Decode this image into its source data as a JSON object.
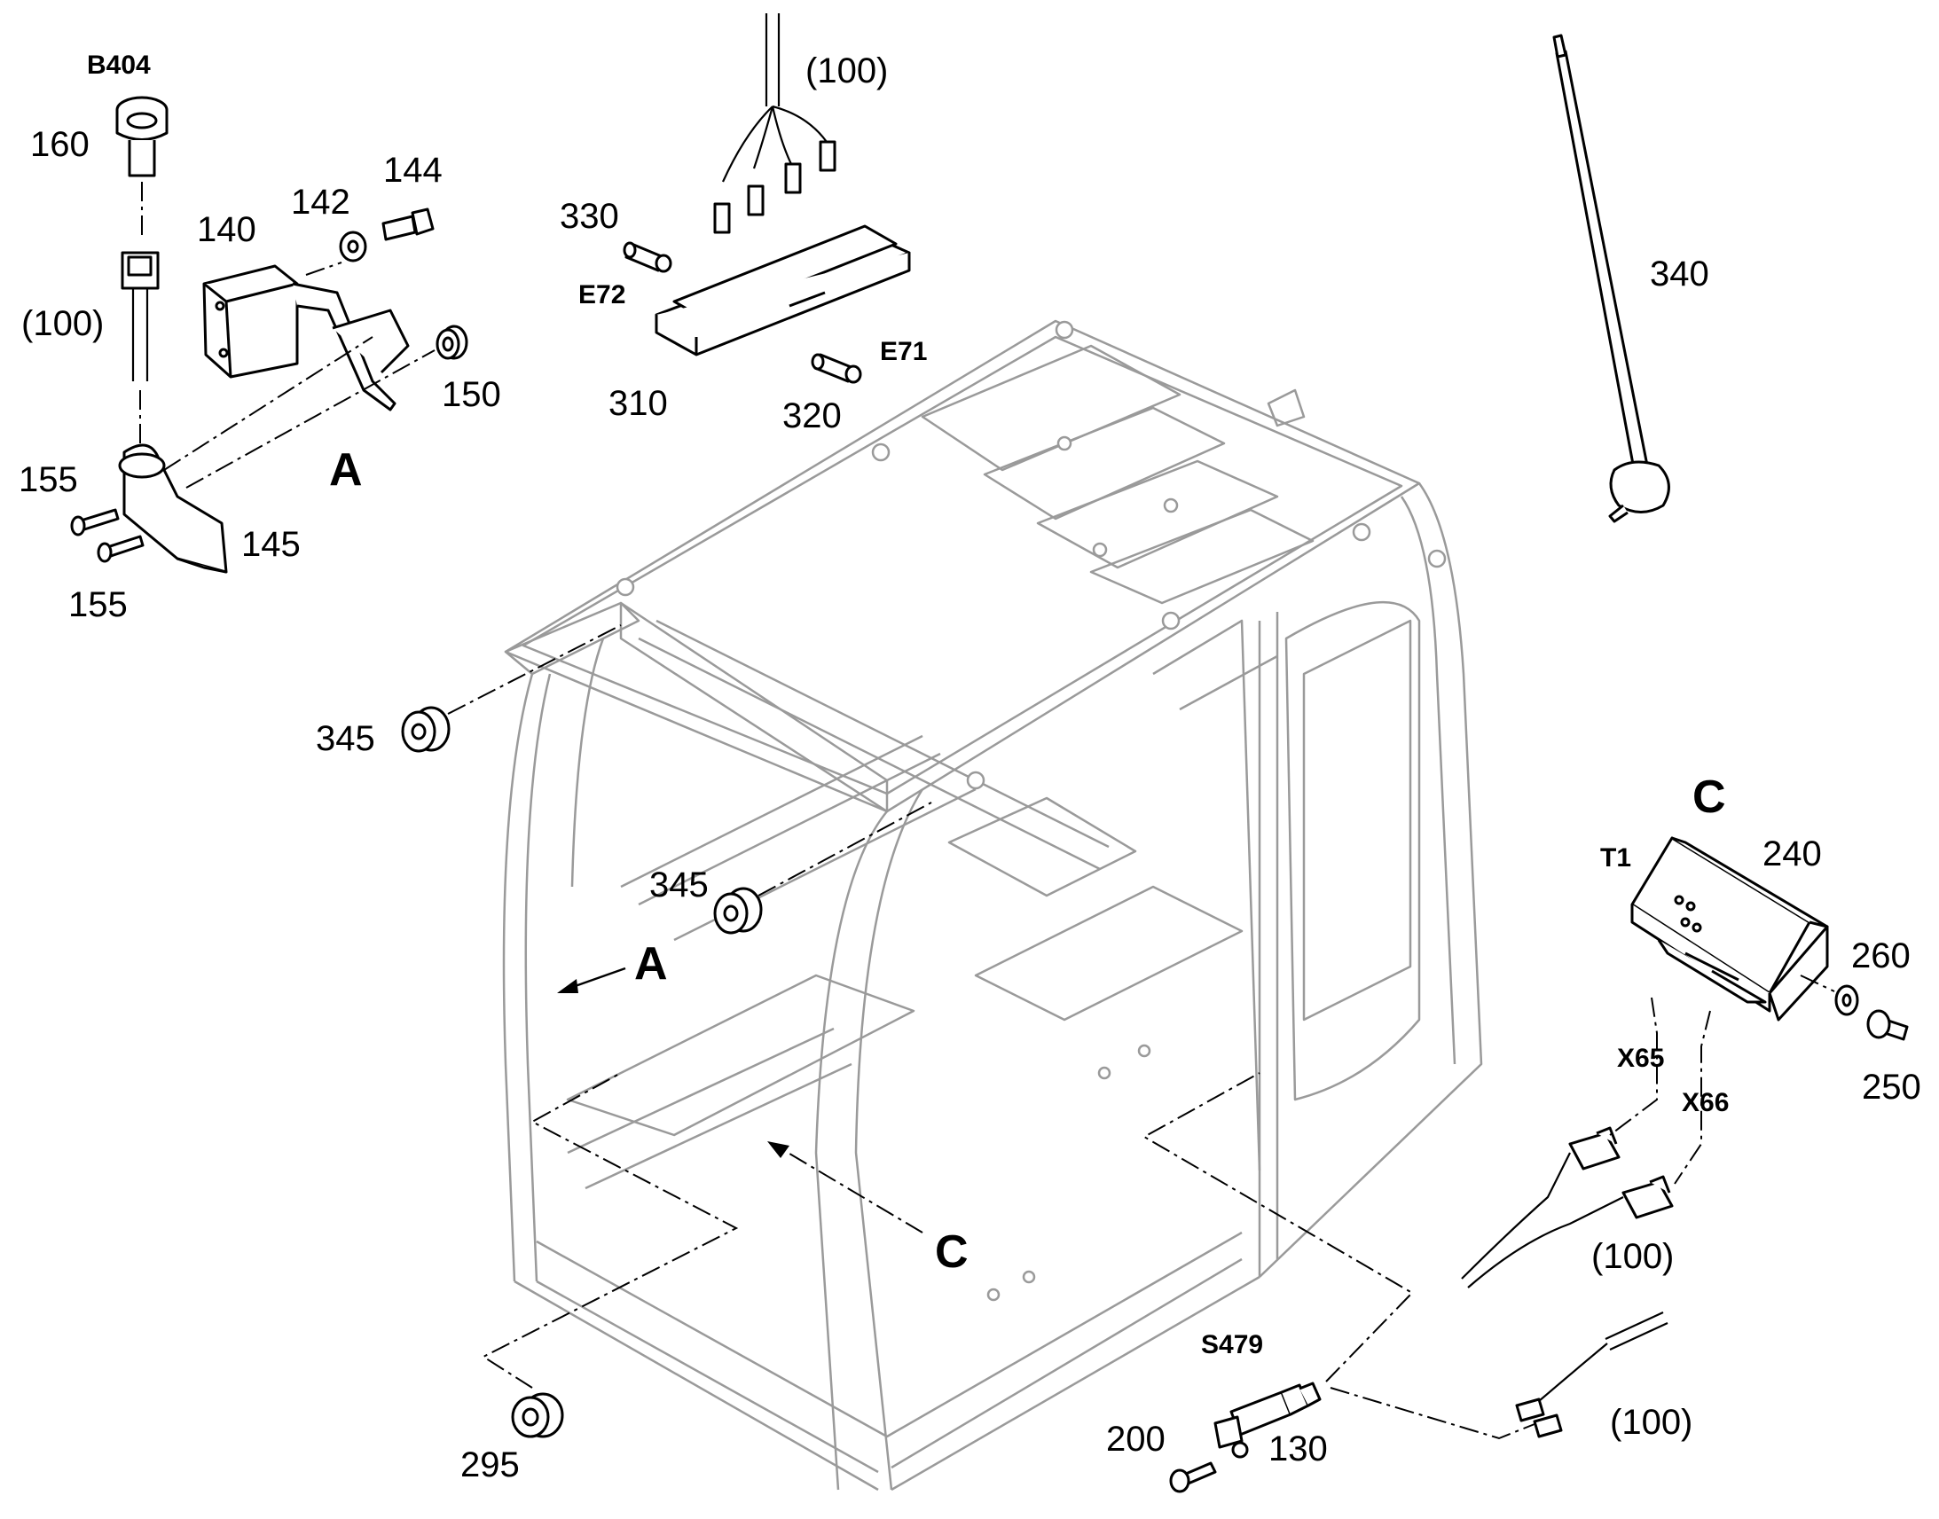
{
  "callouts": {
    "b404": "B404",
    "p160": "160",
    "p142": "142",
    "p144": "144",
    "p140": "140",
    "p100_left": "(100)",
    "p150": "150",
    "view_a_title": "A",
    "p155_upper": "155",
    "p155_lower": "155",
    "p145": "145",
    "p100_top": "(100)",
    "p330": "330",
    "e72": "E72",
    "e71": "E71",
    "p310": "310",
    "p320": "320",
    "p340": "340",
    "p345_upper": "345",
    "p345_lower": "345",
    "arrow_a": "A",
    "arrow_c": "C",
    "p295": "295",
    "view_c_title": "C",
    "t1": "T1",
    "p240": "240",
    "p260": "260",
    "p250": "250",
    "x65": "X65",
    "x66": "X66",
    "p100_right": "(100)",
    "s479": "S479",
    "p200": "200",
    "p130": "130",
    "p100_bottom": "(100)"
  }
}
